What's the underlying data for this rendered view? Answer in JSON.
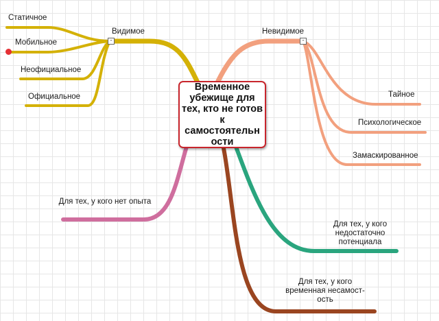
{
  "colors": {
    "visible": "#d4b106",
    "invisible": "#f2a07e",
    "no_experience": "#cf6e9e",
    "insufficient": "#2aa57e",
    "temporary": "#9a4520",
    "center_border": "#c8252c"
  },
  "center": {
    "text": "Временное убежище для тех, кто не готов к самостоятельн ости"
  },
  "branches": {
    "visible": {
      "label": "Видимое",
      "children": [
        "Статичное",
        "Мобильное",
        "Неофициальное",
        "Официальное"
      ]
    },
    "invisible": {
      "label": "Невидимое",
      "children": [
        "Тайное",
        "Психологическое",
        "Замаскированное"
      ]
    },
    "no_experience": {
      "label": "Для тех, у кого нет опыта"
    },
    "insufficient": {
      "label": "Для тех, у кого недостаточно потенциала"
    },
    "temporary": {
      "label": "Для тех, у кого временная несамост-ость"
    }
  },
  "collapse_symbol": "-"
}
